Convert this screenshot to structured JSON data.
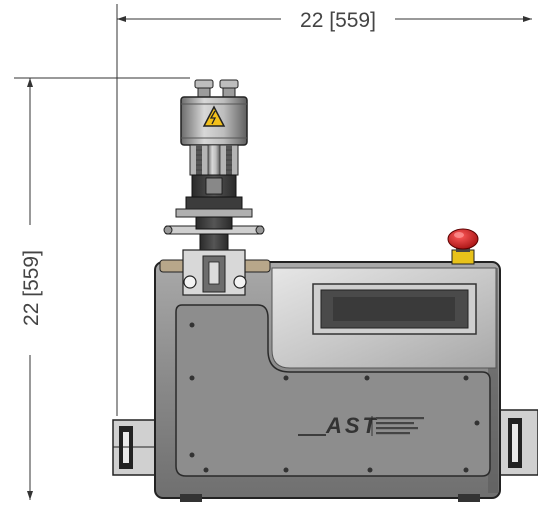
{
  "dimensions": {
    "width_label": "22 [559]",
    "height_label": "22 [559]"
  },
  "nameplate": {
    "logo": "AST",
    "line1": "",
    "line2": "",
    "line3": ""
  },
  "colors": {
    "background": "#ffffff",
    "dimension_line": "#333333",
    "body_metal": "#8e8e8e",
    "display": "#4a4a4a",
    "estop_red": "#c41e1e",
    "estop_yellow": "#e8c21a",
    "warning_yellow": "#f2c01b"
  },
  "icons": [
    "warning-triangle-icon",
    "emergency-stop-icon"
  ]
}
